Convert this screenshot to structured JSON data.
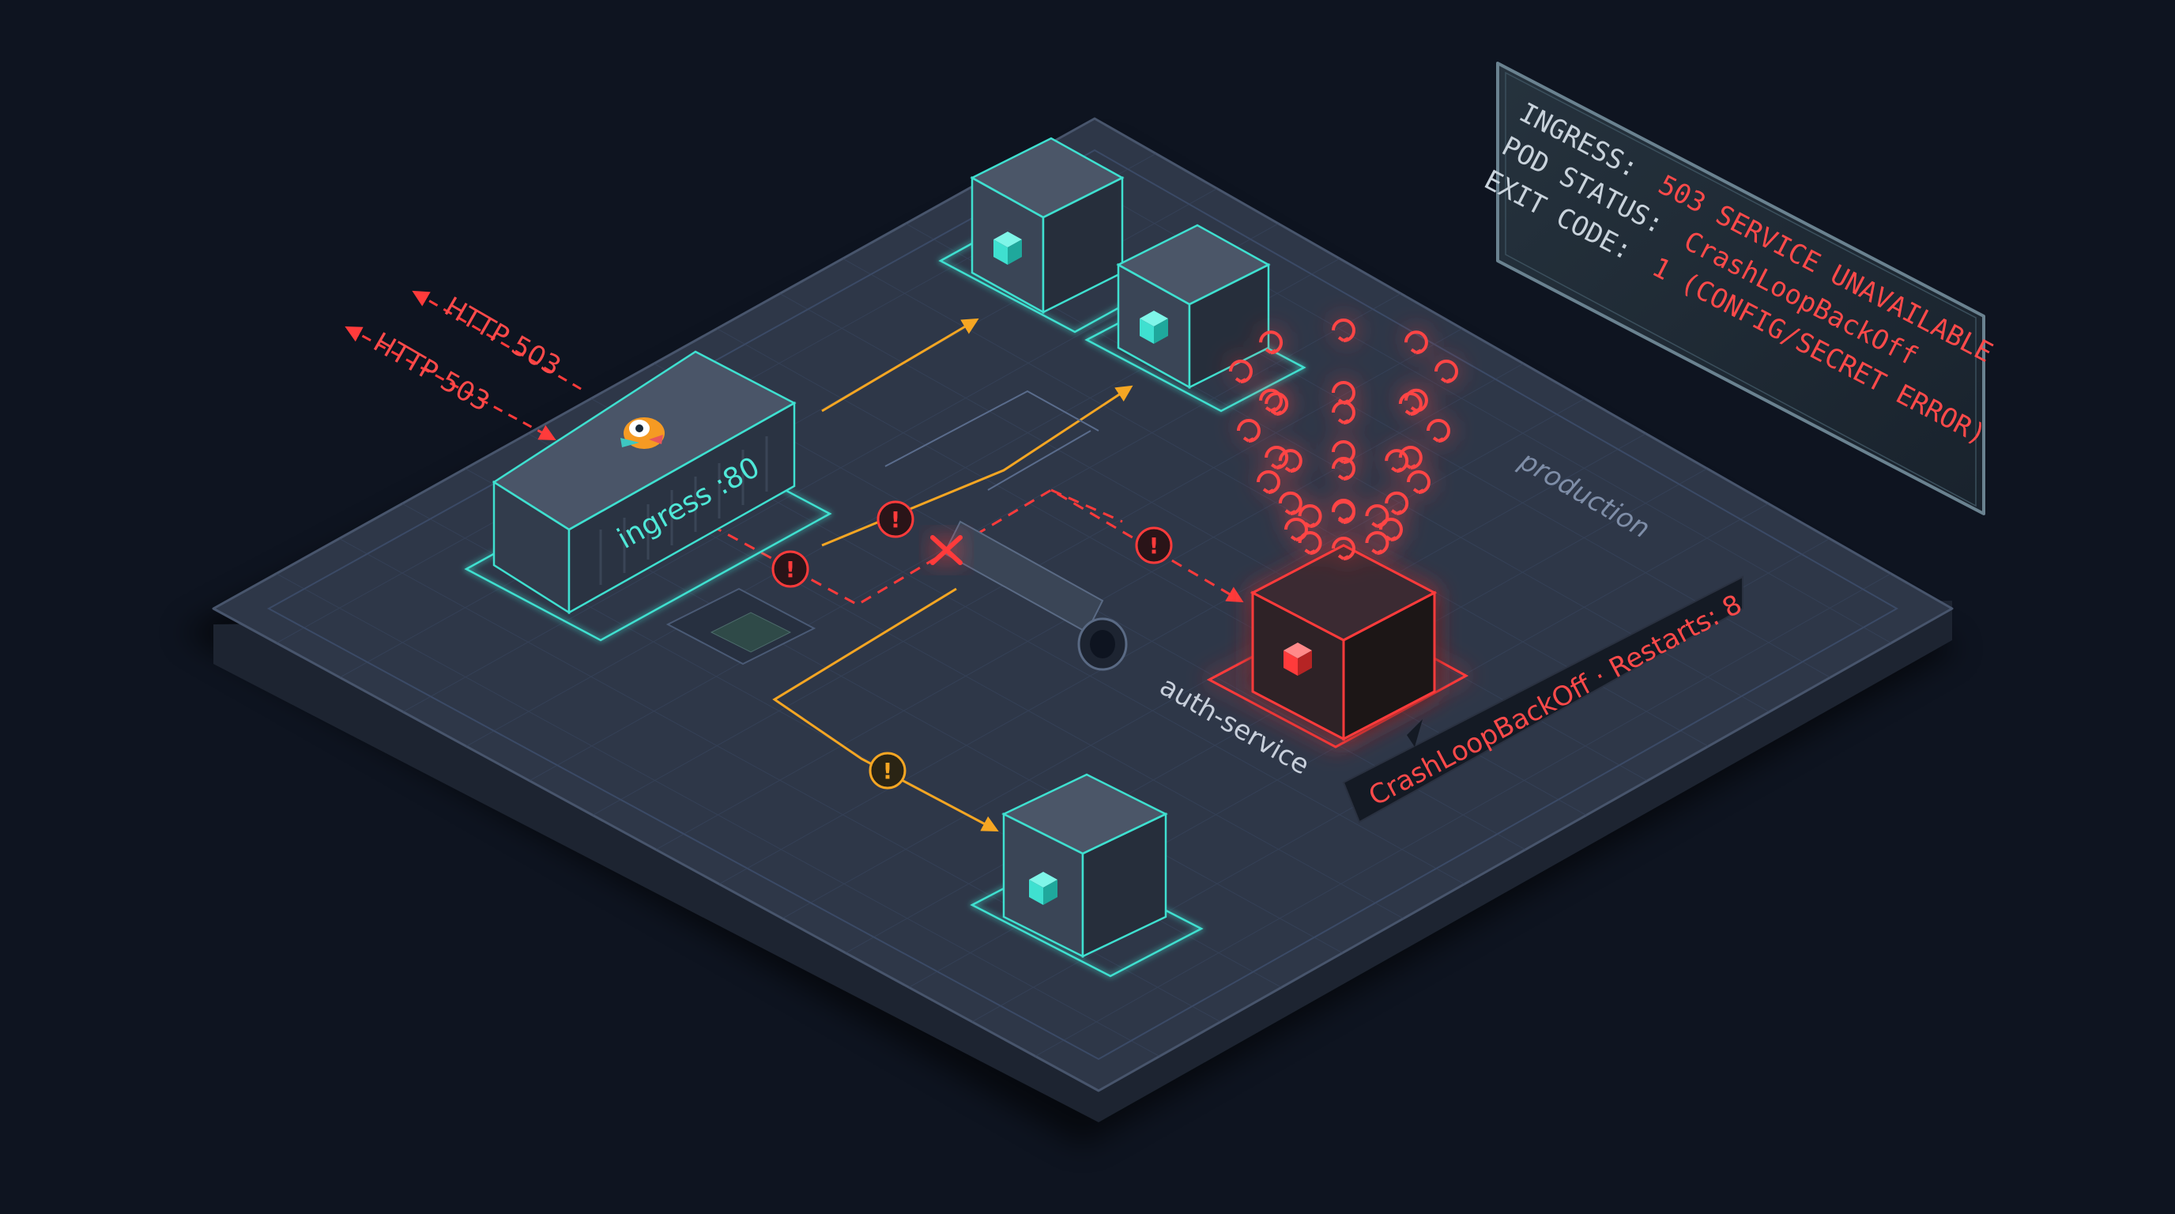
{
  "colors": {
    "background": "#0e1420",
    "platform_top": "#2e3748",
    "platform_side": "#1d2431",
    "grid": "#3b4a66",
    "teal": "#3fe0d0",
    "error_red": "#ff3b3b",
    "warning_orange": "#f5a623",
    "box_face": "#3a4556"
  },
  "diagram": {
    "error_requests": [
      {
        "label": "HTTP 503"
      },
      {
        "label": "HTTP 503"
      }
    ],
    "ingress": {
      "label": "ingress :80",
      "icon": "bird-mascot-icon"
    },
    "namespace_label": "production",
    "service_label": "auth-service",
    "status_callout": "CrashLoopBackOff · Restarts: 8",
    "status_panel": {
      "line1_key": "INGRESS:",
      "line1_value": "503 SERVICE UNAVAILABLE",
      "line2_key": "POD STATUS:",
      "line2_value": "CrashLoopBackOff",
      "line3_key": "EXIT CODE:",
      "line3_value": "1 (CONFIG/SECRET ERROR)"
    },
    "pods": [
      {
        "name": "pod-top-left",
        "status": "healthy"
      },
      {
        "name": "pod-top-right",
        "status": "healthy"
      },
      {
        "name": "pod-bottom",
        "status": "healthy"
      },
      {
        "name": "pod-auth",
        "status": "crashloop"
      }
    ],
    "warnings": [
      {
        "name": "ingress-route",
        "severity": "error"
      },
      {
        "name": "service-link",
        "severity": "error"
      },
      {
        "name": "auth-link",
        "severity": "error"
      },
      {
        "name": "bottom-route",
        "severity": "warning"
      }
    ],
    "broken_link_marker": "broken-link-x-icon",
    "restart_icon": "restart-cycle-icon"
  }
}
